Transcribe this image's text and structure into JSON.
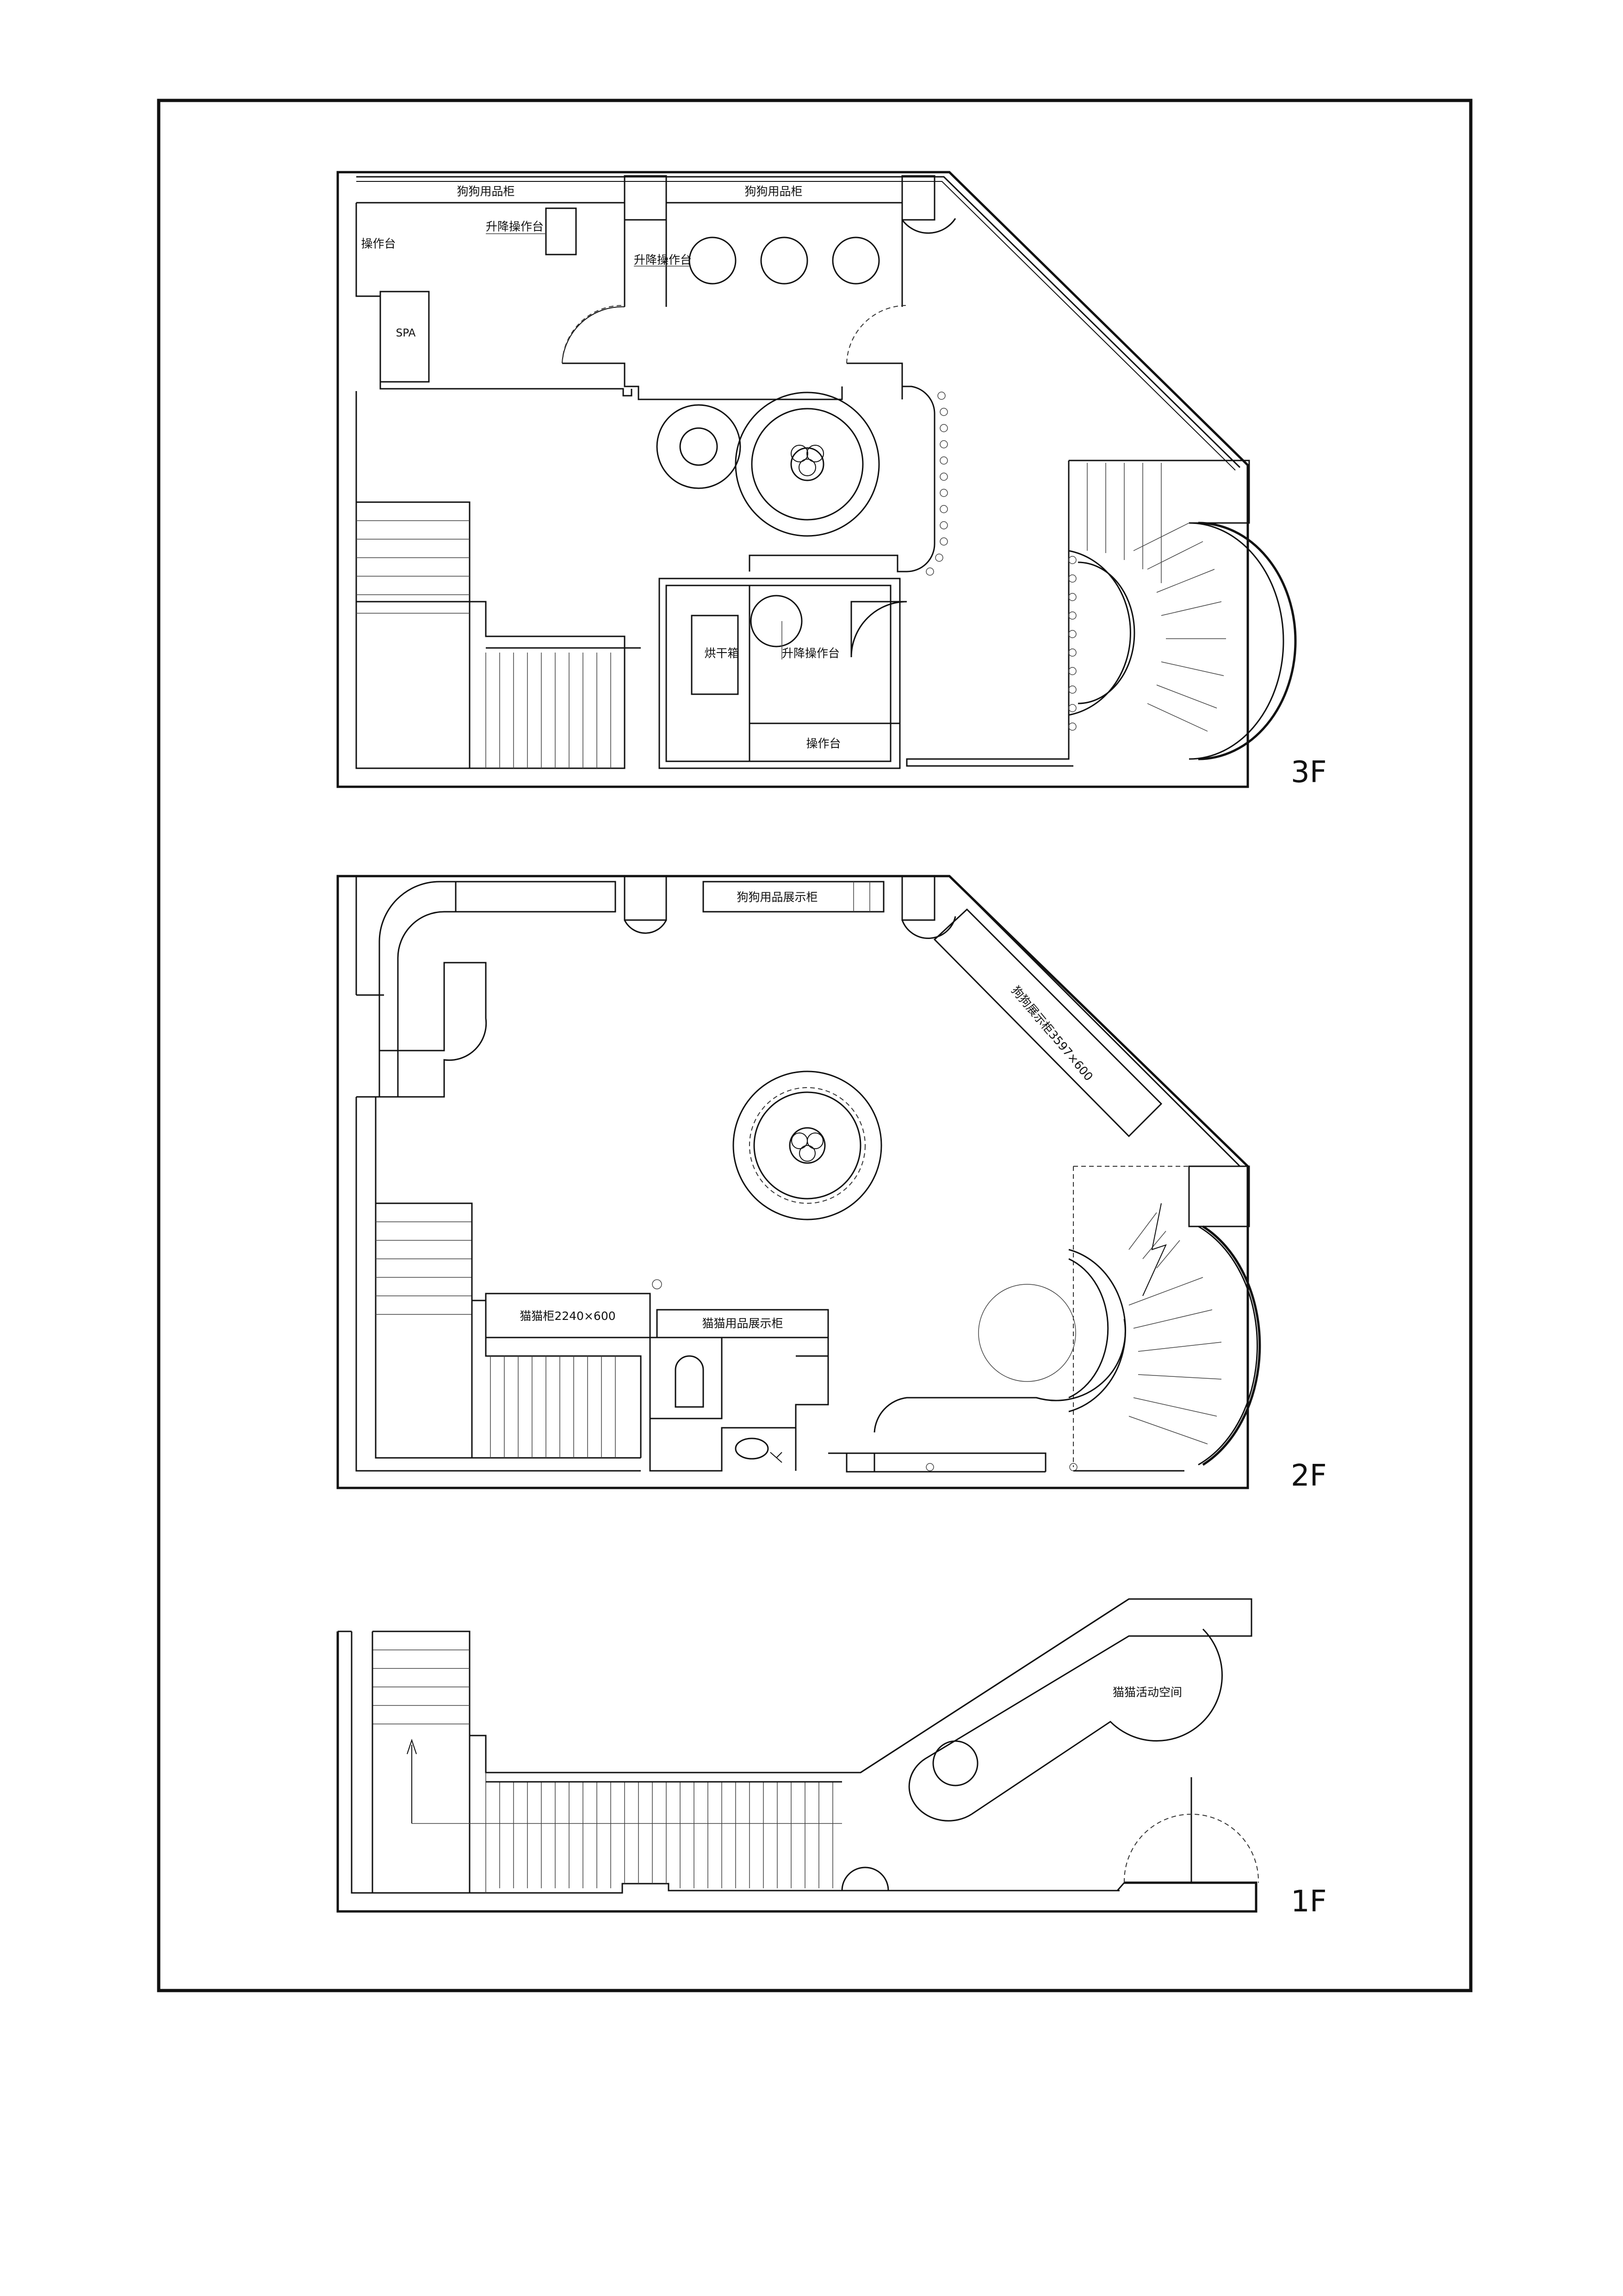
{
  "floors": {
    "third": {
      "name": "3F",
      "labels": {
        "dog_cabinet_left": "狗狗用品柜",
        "dog_cabinet_right": "狗狗用品柜",
        "workbench_left": "操作台",
        "lift_table_1": "升降操作台",
        "lift_table_2": "升降操作台",
        "spa": "SPA",
        "dryer": "烘干箱",
        "lift_table_3": "升降操作台",
        "workbench_bottom": "操作台"
      }
    },
    "second": {
      "name": "2F",
      "labels": {
        "dog_display_cabinet": "狗狗用品展示柜",
        "dog_display_cabinet_size": "狗狗展示柜3597×600",
        "cat_cabinet": "猫猫柜2240×600",
        "cat_display_cabinet": "猫猫用品展示柜"
      }
    },
    "first": {
      "name": "1F",
      "labels": {
        "cat_activity_space": "猫猫活动空间"
      }
    }
  }
}
